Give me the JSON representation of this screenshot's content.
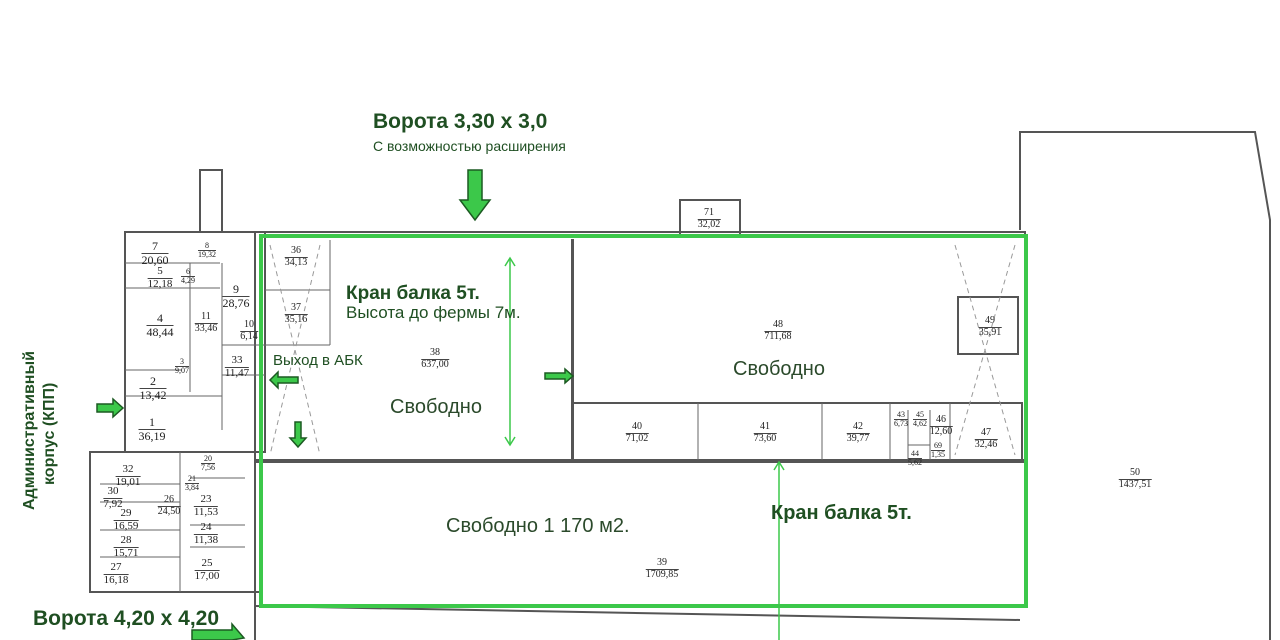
{
  "annotations": {
    "gate_top": "Ворота 3,30 х 3,0",
    "gate_top_sub": "С возможностью расширения",
    "crane_1": "Кран балка 5т.",
    "crane_1_sub": "Высота до фермы 7м.",
    "exit_abk": "Выход в АБК",
    "admin_line1": "Административный",
    "admin_line2": "корпус (КПП)",
    "free_38": "Свободно",
    "free_48": "Свободно",
    "free_39": "Свободно 1 170 м2.",
    "crane_2": "Кран балка 5т.",
    "gate_bottom": "Ворота 4,20 х 4,20"
  },
  "colors": {
    "highlight": "#3cc84a",
    "text": "#1f4f22"
  },
  "rooms": [
    {
      "n": "7",
      "a": "20,60"
    },
    {
      "n": "8",
      "a": "19,32"
    },
    {
      "n": "5",
      "a": "12,18"
    },
    {
      "n": "6",
      "a": "4,29"
    },
    {
      "n": "9",
      "a": "28,76"
    },
    {
      "n": "4",
      "a": "48,44"
    },
    {
      "n": "11",
      "a": "33,46"
    },
    {
      "n": "10",
      "a": "6,14"
    },
    {
      "n": "3",
      "a": "9,07"
    },
    {
      "n": "33",
      "a": "11,47"
    },
    {
      "n": "2",
      "a": "13,42"
    },
    {
      "n": "1",
      "a": "36,19"
    },
    {
      "n": "32",
      "a": "19,01"
    },
    {
      "n": "30",
      "a": "7,92"
    },
    {
      "n": "29",
      "a": "16,59"
    },
    {
      "n": "28",
      "a": "15,71"
    },
    {
      "n": "27",
      "a": "16,18"
    },
    {
      "n": "26",
      "a": "24,50"
    },
    {
      "n": "20",
      "a": "7,56"
    },
    {
      "n": "21",
      "a": "3,84"
    },
    {
      "n": "23",
      "a": "11,53"
    },
    {
      "n": "24",
      "a": "11,38"
    },
    {
      "n": "25",
      "a": "17,00"
    },
    {
      "n": "36",
      "a": "34,13"
    },
    {
      "n": "37",
      "a": "35,16"
    },
    {
      "n": "38",
      "a": "637,00"
    },
    {
      "n": "48",
      "a": "711,68"
    },
    {
      "n": "49",
      "a": "35,91"
    },
    {
      "n": "40",
      "a": "71,02"
    },
    {
      "n": "41",
      "a": "73,60"
    },
    {
      "n": "42",
      "a": "39,77"
    },
    {
      "n": "43",
      "a": "6,73"
    },
    {
      "n": "45",
      "a": "4,62"
    },
    {
      "n": "46",
      "a": "12,60"
    },
    {
      "n": "44",
      "a": "5,62"
    },
    {
      "n": "69",
      "a": "1,35"
    },
    {
      "n": "47",
      "a": "32,46"
    },
    {
      "n": "39",
      "a": "1709,85"
    },
    {
      "n": "50",
      "a": "1437,51"
    },
    {
      "n": "71",
      "a": "32,02"
    }
  ]
}
